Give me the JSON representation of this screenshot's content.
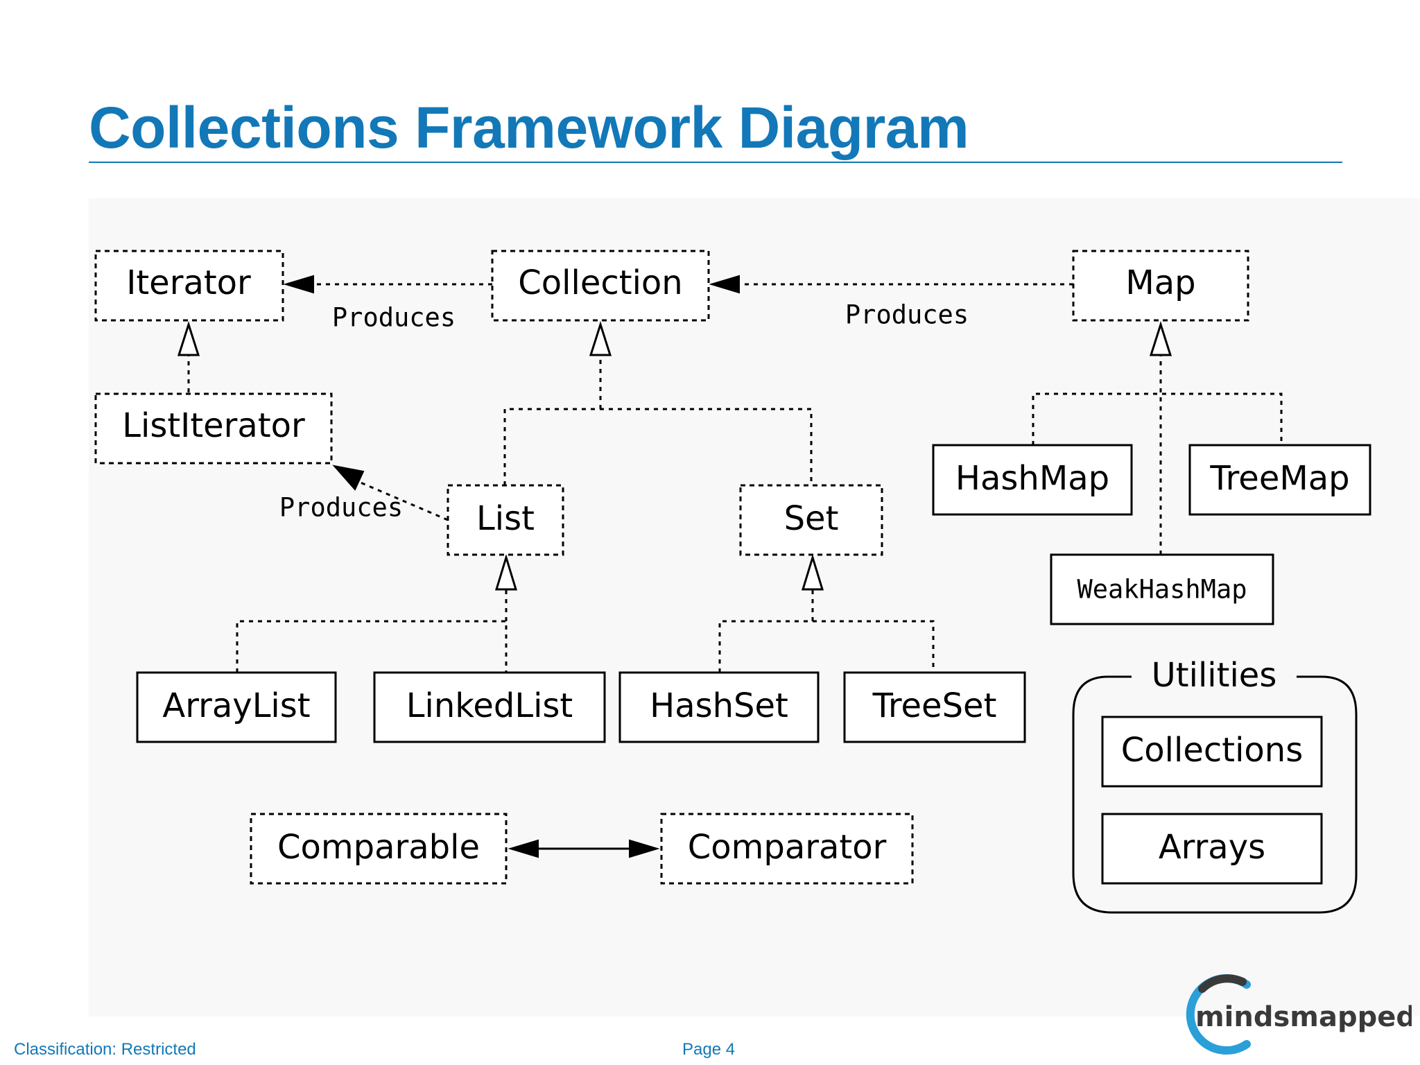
{
  "page": {
    "title": "Collections Framework Diagram",
    "footer_classification": "Classification: Restricted",
    "footer_page": "Page 4"
  },
  "diagram": {
    "nodes": {
      "iterator": "Iterator",
      "collection": "Collection",
      "map": "Map",
      "listiterator": "ListIterator",
      "list": "List",
      "set": "Set",
      "hashmap": "HashMap",
      "treemap": "TreeMap",
      "weakhashmap": "WeakHashMap",
      "arraylist": "ArrayList",
      "linkedlist": "LinkedList",
      "hashset": "HashSet",
      "treeset": "TreeSet",
      "comparable": "Comparable",
      "comparator": "Comparator",
      "collections": "Collections",
      "arrays": "Arrays"
    },
    "edge_labels": {
      "collection_iterator": "Produces",
      "map_collection": "Produces",
      "list_listiterator": "Produces"
    },
    "group_label": "Utilities"
  },
  "logo": {
    "text": "mindsmapped",
    "colors": {
      "ring": "#2a9fd8",
      "dark": "#3a3a3a"
    }
  },
  "colors": {
    "accent": "#1278b8"
  }
}
